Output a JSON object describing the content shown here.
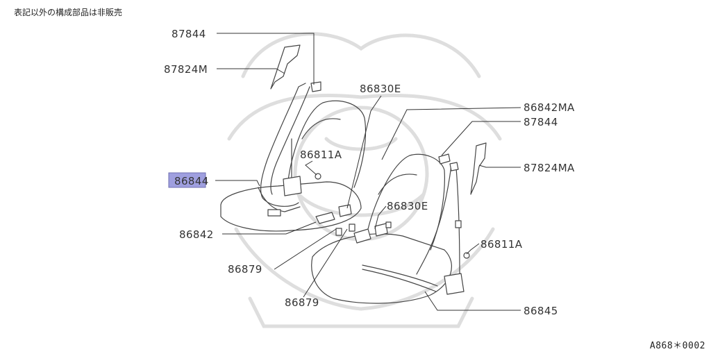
{
  "note": "表記以外の構成部品は非販売",
  "diagram_code": "A868＊0002",
  "highlight_color": "#9f9fdf",
  "highlighted_part": "86844",
  "parts": [
    {
      "id": "p-87844-l",
      "label": "87844"
    },
    {
      "id": "p-87824m",
      "label": "87824M"
    },
    {
      "id": "p-86830e-u",
      "label": "86830E"
    },
    {
      "id": "p-86842ma",
      "label": "86842MA"
    },
    {
      "id": "p-87844-r",
      "label": "87844"
    },
    {
      "id": "p-86811a-l",
      "label": "86811A"
    },
    {
      "id": "p-87824ma",
      "label": "87824MA"
    },
    {
      "id": "p-86844",
      "label": "86844"
    },
    {
      "id": "p-86830e-m",
      "label": "86830E"
    },
    {
      "id": "p-86842",
      "label": "86842"
    },
    {
      "id": "p-86811a-r",
      "label": "86811A"
    },
    {
      "id": "p-86879-a",
      "label": "86879"
    },
    {
      "id": "p-86879-b",
      "label": "86879"
    },
    {
      "id": "p-86845",
      "label": "86845"
    }
  ]
}
